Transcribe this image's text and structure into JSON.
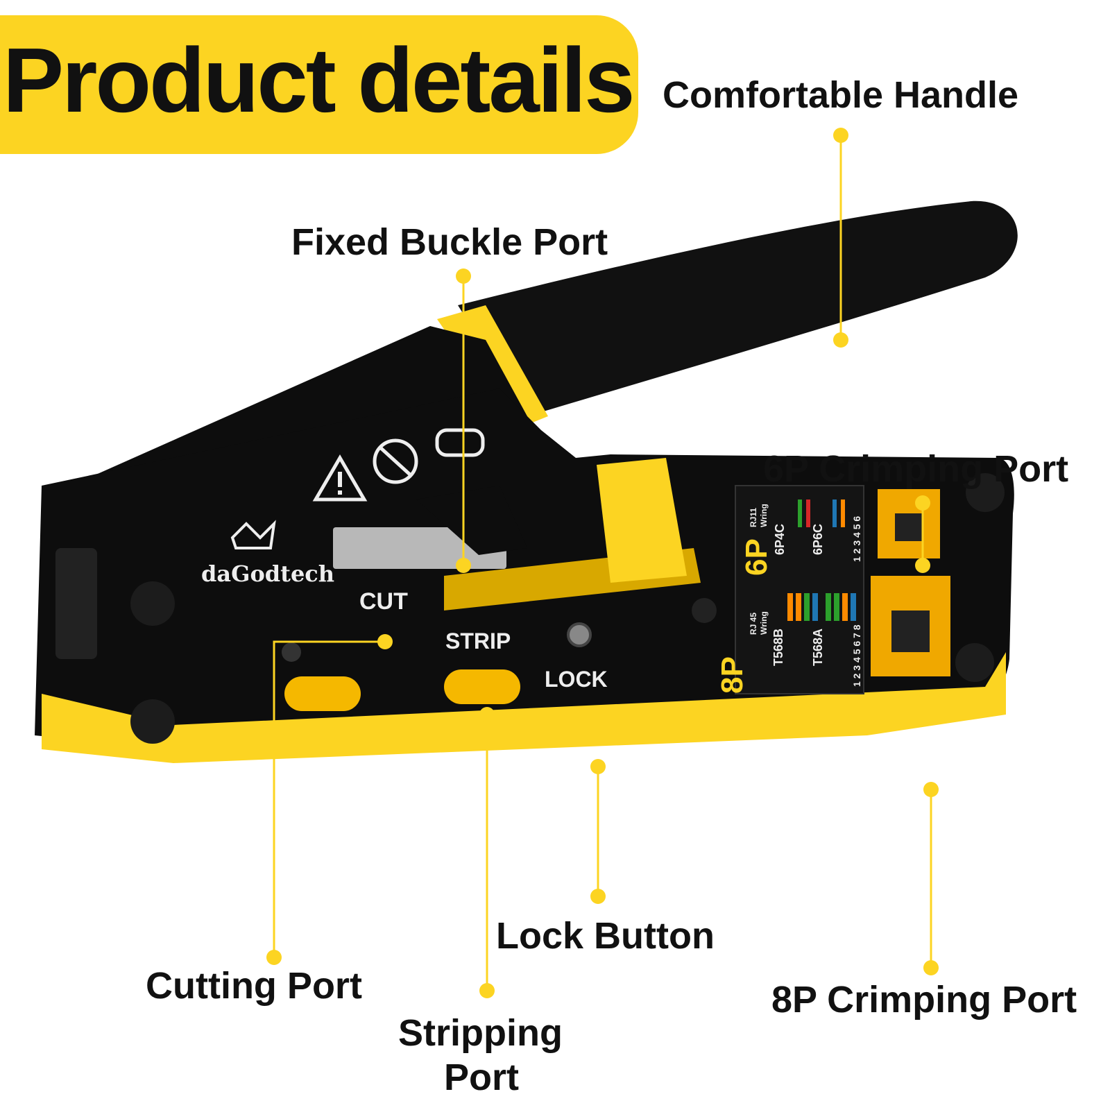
{
  "title": "Product details",
  "brand": "daGodtech",
  "colors": {
    "accent": "#fcd422",
    "body": "#0d0d0d",
    "text": "#111111"
  },
  "tool_labels": {
    "cut": "CUT",
    "strip": "STRIP",
    "lock": "LOCK"
  },
  "wiring_chart": {
    "p8": "8P",
    "p6": "6P",
    "rj45": "RJ 45",
    "rj11": "RJ11",
    "wiring": "Wring",
    "t568b": "T568B",
    "t568a": "T568A",
    "p6p4c": "6P4C",
    "p6p6c": "6P6C",
    "pins8": "1 2 3 4 5 6 7 8",
    "pins6": "1 2 3 4 5 6"
  },
  "callouts": {
    "comfortable_handle": "Comfortable Handle",
    "fixed_buckle_port": "Fixed Buckle Port",
    "crimping_6p": "6P Crimping Port",
    "crimping_8p": "8P Crimping Port",
    "lock_button": "Lock Button",
    "cutting_port": "Cutting Port",
    "stripping_port_line1": "Stripping",
    "stripping_port_line2": "Port"
  },
  "icons": [
    "warning-icon",
    "no-hands-icon",
    "safety-goggles-icon",
    "brand-logo-icon"
  ]
}
